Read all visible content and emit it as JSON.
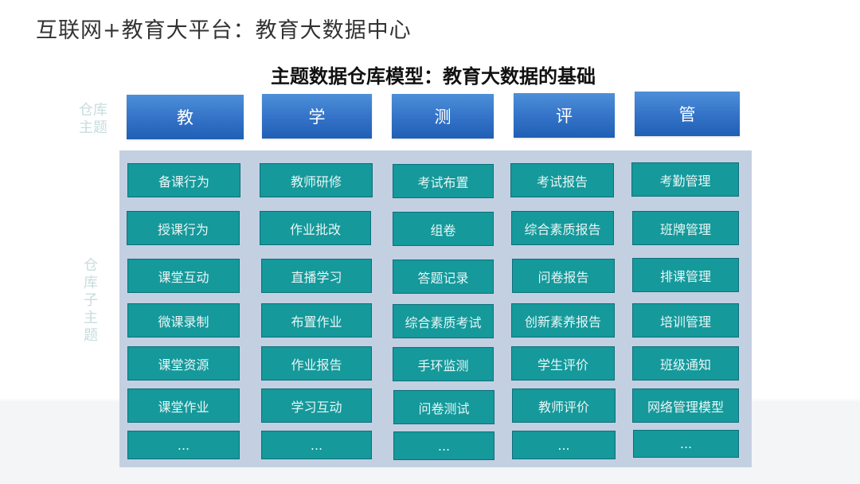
{
  "slide": {
    "title": "互联网+教育大平台：教育大数据中心",
    "subtitle": "主题数据仓库模型：教育大数据的基础"
  },
  "labels": {
    "theme_axis": [
      "仓库",
      "主题"
    ],
    "subtheme_axis": [
      "仓",
      "库",
      "子",
      "主",
      "题"
    ]
  },
  "colors": {
    "theme_header": "#3574c8",
    "cell": "#15999b",
    "panel": "#c3d0e2"
  },
  "themes": [
    {
      "label": "教",
      "items": [
        "备课行为",
        "授课行为",
        "课堂互动",
        "微课录制",
        "课堂资源",
        "课堂作业",
        "..."
      ]
    },
    {
      "label": "学",
      "items": [
        "教师研修",
        "作业批改",
        "直播学习",
        "布置作业",
        "作业报告",
        "学习互动",
        "..."
      ]
    },
    {
      "label": "测",
      "items": [
        "考试布置",
        "组卷",
        "答题记录",
        "综合素质考试",
        "手环监测",
        "问卷测试",
        "..."
      ]
    },
    {
      "label": "评",
      "items": [
        "考试报告",
        "综合素质报告",
        "问卷报告",
        "创新素养报告",
        "学生评价",
        "教师评价",
        "..."
      ]
    },
    {
      "label": "管",
      "items": [
        "考勤管理",
        "班牌管理",
        "排课管理",
        "培训管理",
        "班级通知",
        "网络管理模型",
        "..."
      ]
    }
  ]
}
